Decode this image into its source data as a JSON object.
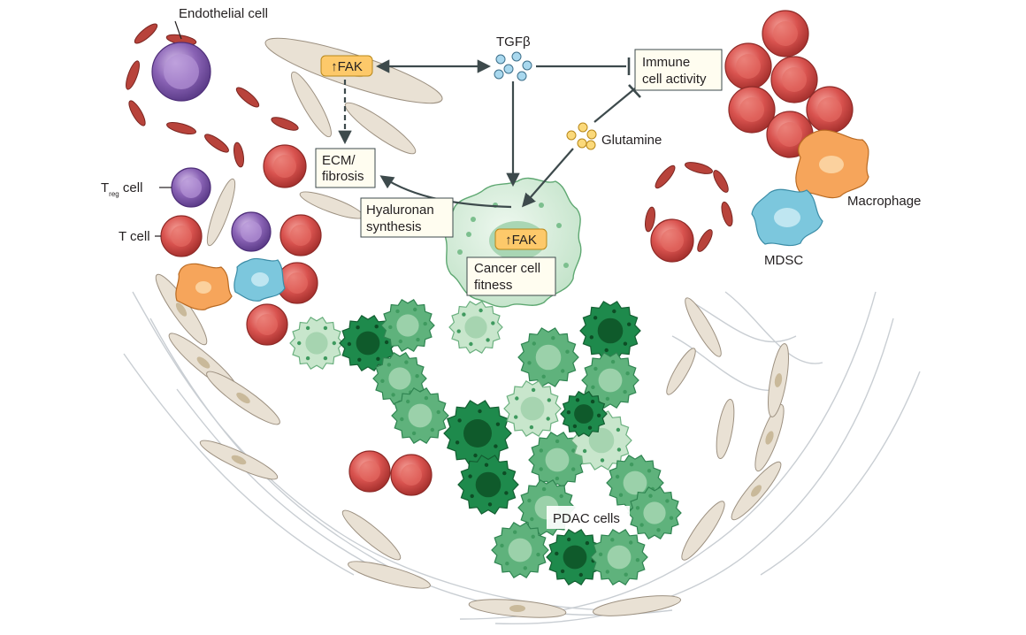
{
  "labels": {
    "endothelial": "Endothelial cell",
    "treg_main": "T",
    "treg_sub": "reg",
    "treg_tail": " cell",
    "tcell": "T cell",
    "tgfb": "TGFβ",
    "glutamine": "Glutamine",
    "macrophage": "Macrophage",
    "mdsc": "MDSC",
    "pdac": "PDAC cells"
  },
  "boxes": {
    "fak_top": "↑FAK",
    "fak_cancer": "↑FAK",
    "ecm": [
      "ECM/",
      "fibrosis"
    ],
    "hyaluronan": [
      "Hyaluronan",
      "synthesis"
    ],
    "immune": [
      "Immune",
      "cell activity"
    ],
    "cancer_fitness": [
      "Cancer cell",
      "fitness"
    ]
  },
  "colors": {
    "fak_fill": "#fdc96a",
    "box_fill": "#fffdf0",
    "arrow": "#3d4a4c",
    "red_cell": "#d9534f",
    "purple_cell": "#8a63b5",
    "orange_cell": "#f6a55b",
    "blue_cell": "#7cc7dd",
    "green_dark": "#1e8a4c",
    "green_mid": "#5fb27c",
    "green_light": "#c8e6cc",
    "stroma": "#e9e1d4",
    "endo": "#b8433b"
  }
}
